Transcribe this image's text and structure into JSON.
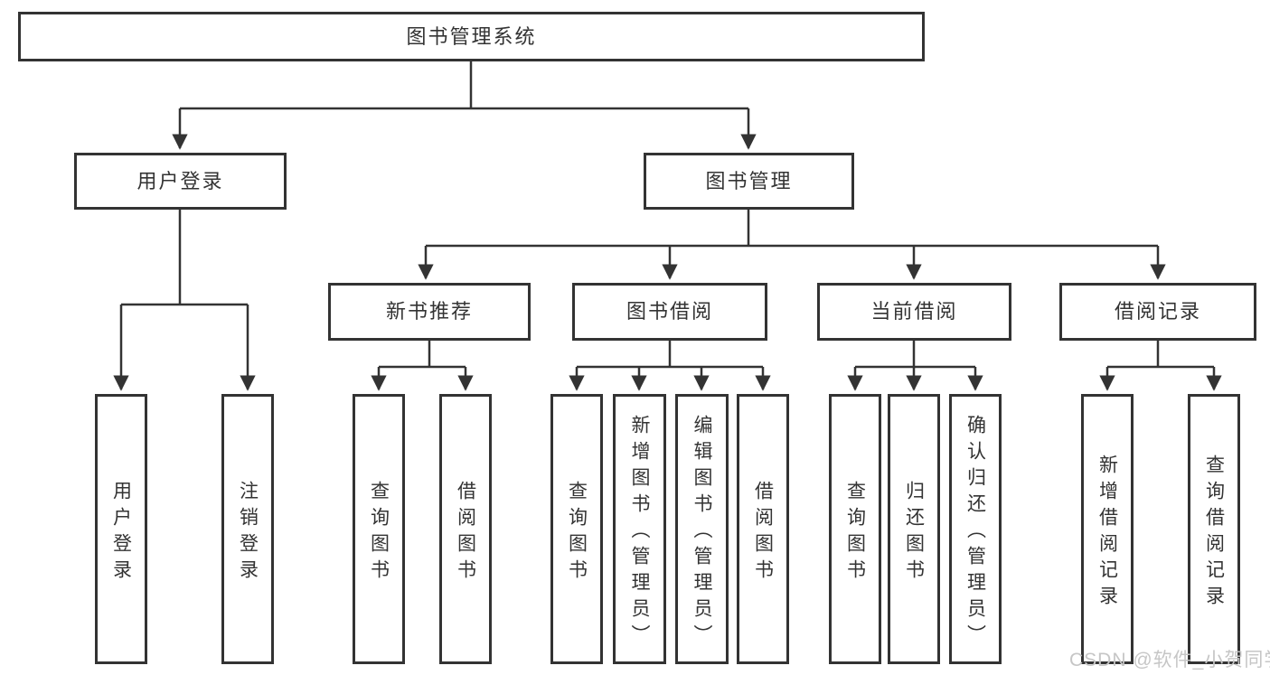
{
  "diagram": {
    "title": "图书管理系统",
    "tree": {
      "label": "图书管理系统",
      "children": [
        {
          "label": "用户登录",
          "children": [
            {
              "label": "用户登录"
            },
            {
              "label": "注销登录"
            }
          ]
        },
        {
          "label": "图书管理",
          "children": [
            {
              "label": "新书推荐",
              "children": [
                {
                  "label": "查询图书"
                },
                {
                  "label": "借阅图书"
                }
              ]
            },
            {
              "label": "图书借阅",
              "children": [
                {
                  "label": "查询图书"
                },
                {
                  "label": "新增图书（管理员）"
                },
                {
                  "label": "编辑图书（管理员）"
                },
                {
                  "label": "借阅图书"
                }
              ]
            },
            {
              "label": "当前借阅",
              "children": [
                {
                  "label": "查询图书"
                },
                {
                  "label": "归还图书"
                },
                {
                  "label": "确认归还（管理员）"
                }
              ]
            },
            {
              "label": "借阅记录",
              "children": [
                {
                  "label": "新增借阅记录"
                },
                {
                  "label": "查询借阅记录"
                }
              ]
            }
          ]
        }
      ]
    },
    "colors": {
      "line": "#333333",
      "box_border": "#333333",
      "text": "#333333",
      "watermark": "#c6c6c6",
      "background": "#ffffff"
    }
  },
  "watermark": {
    "text": "CSDN @软件_小贺同学"
  }
}
